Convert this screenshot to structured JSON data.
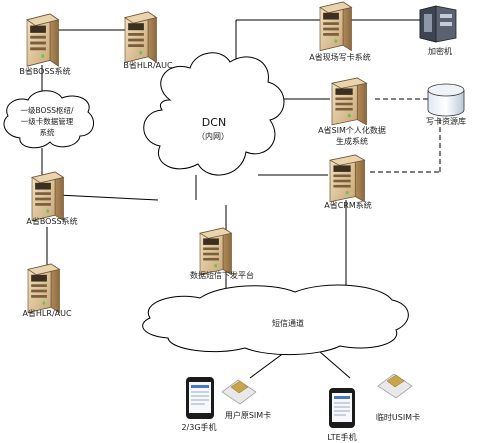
{
  "nodes": {
    "b_boss": "B省BOSS系统",
    "b_hlr": "B省HLR/AUC",
    "a_field_writer": "A省现场写卡系统",
    "encryptor": "加密机",
    "a_sim_gen_line1": "A省SIM个人化数据",
    "a_sim_gen_line2": "生成系统",
    "card_writer_repo": "写卡资源库",
    "a_crm": "A省CRM系统",
    "a_boss": "A省BOSS系统",
    "a_hlr": "A省HLR/AUC",
    "sms_platform": "数据短信下发平台",
    "level1_boss_line1": "一级BOSS枢纽/",
    "level1_boss_line2": "一级卡数据管理",
    "level1_boss_line3": "系统",
    "dcn_title": "DCN",
    "dcn_sub": "（内网）",
    "sms_channel": "短信通道",
    "phone_23g": "2/3G手机",
    "user_sim": "用户原SIM卡",
    "phone_lte": "LTE手机",
    "temp_usim": "临时USIM卡"
  }
}
